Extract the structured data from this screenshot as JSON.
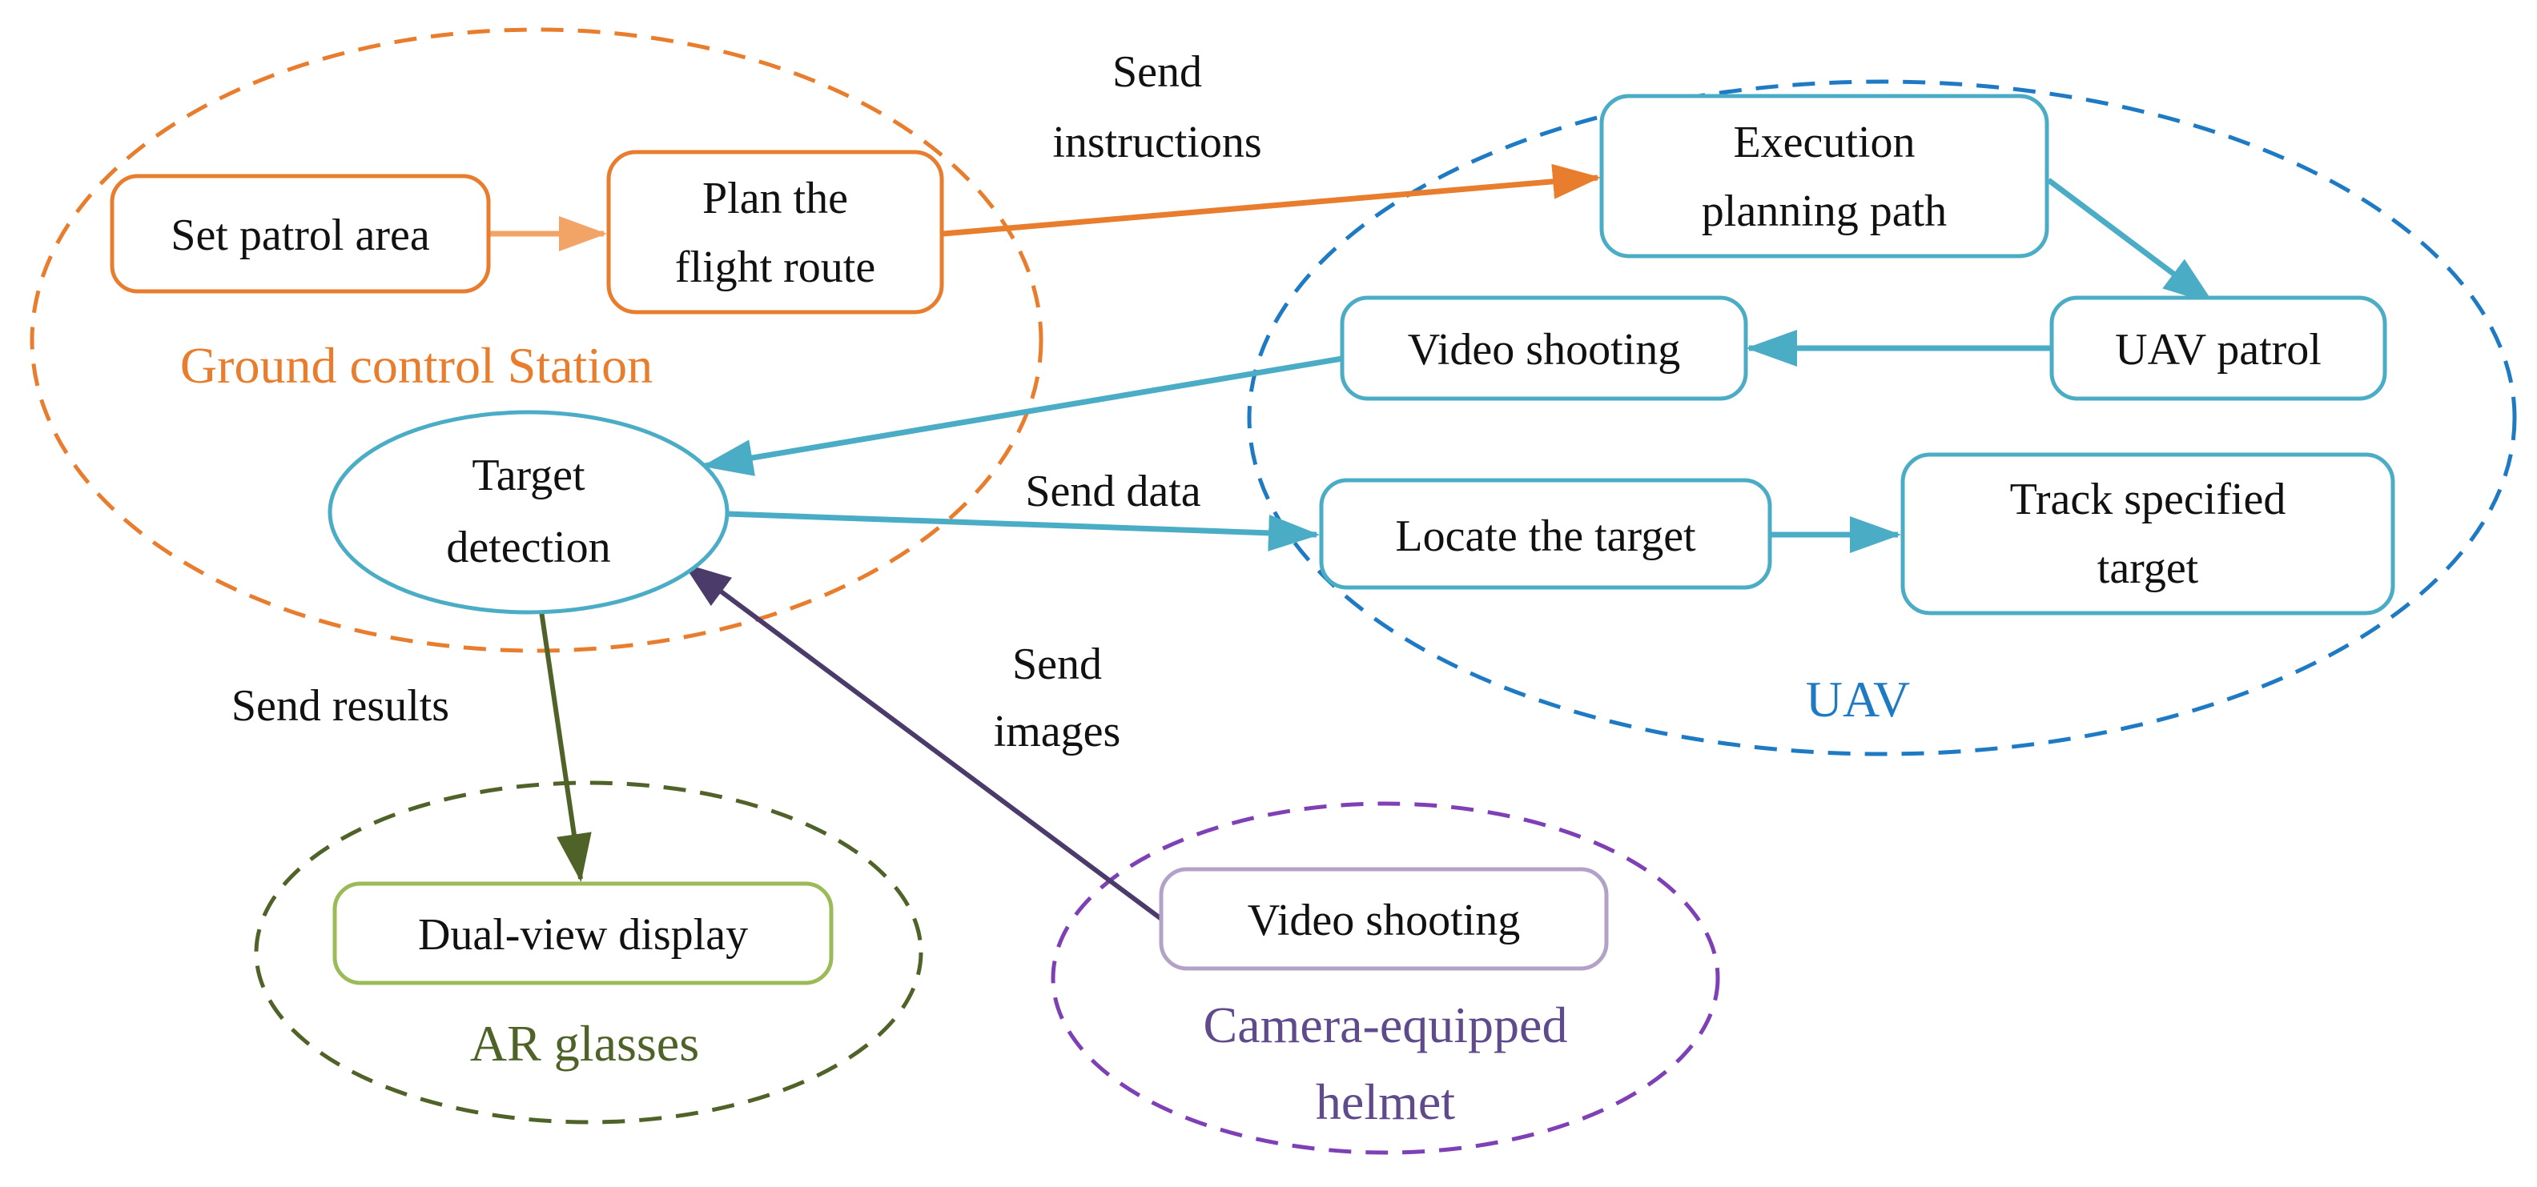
{
  "colors": {
    "ground_station": "#E97D2E",
    "ground_station_light": "#F2A467",
    "uav": "#1F7AC4",
    "node_teal": "#4BACC6",
    "ar_glasses": "#4F6228",
    "ar_node": "#9BBB59",
    "helmet": "#7F3FB5",
    "helmet_label": "#5F4B8B",
    "helmet_node": "#B3A2C7",
    "purple_arrow": "#4B3B6B",
    "text": "#111111"
  },
  "groups": {
    "ground_station": "Ground control Station",
    "uav": "UAV",
    "ar_glasses": "AR glasses",
    "helmet_line1": "Camera-equipped",
    "helmet_line2": "helmet"
  },
  "nodes": {
    "set_patrol_area": "Set patrol area",
    "plan_route_line1": "Plan the",
    "plan_route_line2": "flight route",
    "target_detection_line1": "Target",
    "target_detection_line2": "detection",
    "execution_line1": "Execution",
    "execution_line2": "planning path",
    "uav_video_shooting": "Video shooting",
    "uav_patrol": "UAV patrol",
    "locate_target": "Locate the target",
    "track_line1": "Track specified",
    "track_line2": "target",
    "dual_view_display": "Dual-view display",
    "helmet_video_shooting": "Video shooting"
  },
  "edge_labels": {
    "send_instructions_line1": "Send",
    "send_instructions_line2": "instructions",
    "send_data": "Send data",
    "send_results": "Send results",
    "send_images_line1": "Send",
    "send_images_line2": "images"
  }
}
